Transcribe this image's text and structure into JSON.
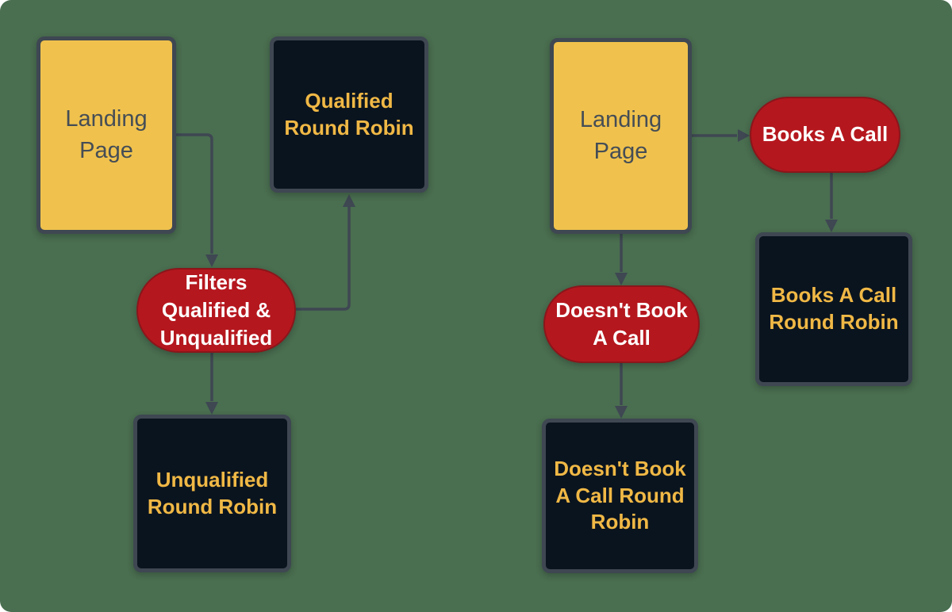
{
  "colors": {
    "background": "#4A6E50",
    "page_fill": "#F0C24D",
    "node_border": "#3E4752",
    "terminal_fill": "#0A141F",
    "decision_fill": "#B5171E",
    "page_text": "#454D56",
    "terminal_text": "#F0B845",
    "decision_text": "#FFFFFF",
    "connector": "#3E4752"
  },
  "diagram": {
    "left_flow": {
      "nodes": {
        "landing": {
          "type": "page",
          "label": "Landing Page"
        },
        "qualified_rr": {
          "type": "terminal",
          "label": "Qualified Round Robin"
        },
        "filter": {
          "type": "decision",
          "label": "Filters Qualified & Unqualified"
        },
        "unqualified_rr": {
          "type": "terminal",
          "label": "Unqualified Round Robin"
        }
      },
      "edges": [
        {
          "from": "landing",
          "to": "filter"
        },
        {
          "from": "filter",
          "to": "qualified_rr"
        },
        {
          "from": "filter",
          "to": "unqualified_rr"
        }
      ]
    },
    "right_flow": {
      "nodes": {
        "landing": {
          "type": "page",
          "label": "Landing Page"
        },
        "books_call": {
          "type": "decision",
          "label": "Books A Call"
        },
        "books_call_rr": {
          "type": "terminal",
          "label": "Books A Call Round Robin"
        },
        "doesnt_book": {
          "type": "decision",
          "label": "Doesn't Book A Call"
        },
        "doesnt_book_rr": {
          "type": "terminal",
          "label": "Doesn't Book A Call Round Robin"
        }
      },
      "edges": [
        {
          "from": "landing",
          "to": "books_call"
        },
        {
          "from": "books_call",
          "to": "books_call_rr"
        },
        {
          "from": "landing",
          "to": "doesnt_book"
        },
        {
          "from": "doesnt_book",
          "to": "doesnt_book_rr"
        }
      ]
    }
  }
}
